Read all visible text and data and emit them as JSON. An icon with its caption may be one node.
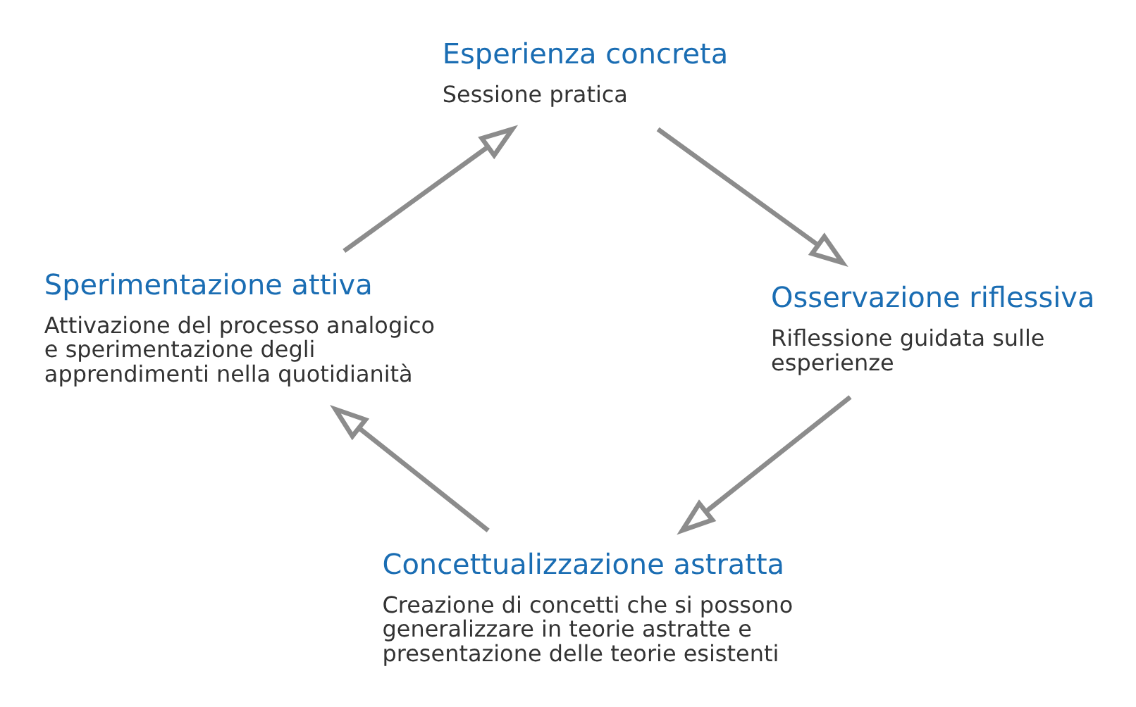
{
  "diagram": {
    "nodes": [
      {
        "text": [
          "Esperienza concreta",
          "Sessione pratica"
        ]
      },
      {
        "text": [
          "Osservazione riflessiva",
          "Riflessione guidata sulle esperienze"
        ]
      },
      {
        "text": [
          "Concettualizzazione astratta",
          "Creazione di concetti che si possono generalizzare in teorie astratte e presentazione delle teorie esistenti"
        ]
      },
      {
        "text": [
          "Sperimentazione attiva",
          "Attivazione del processo analogico e sperimentazione degli apprendimenti nella quotidianità"
        ]
      }
    ],
    "edges": [
      {
        "from": 0,
        "to": 1,
        "arrow": "to"
      },
      {
        "from": 1,
        "to": 2,
        "arrow": "to"
      },
      {
        "from": 2,
        "to": 3,
        "arrow": "to"
      },
      {
        "from": 3,
        "to": 0,
        "arrow": "to"
      }
    ]
  }
}
